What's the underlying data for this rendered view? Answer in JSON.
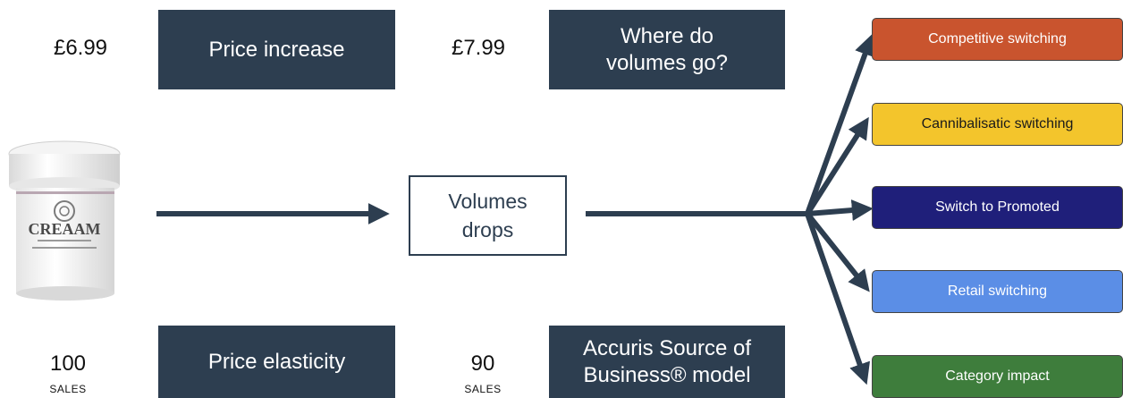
{
  "top_row": {
    "price_before": "£6.99",
    "price_increase_label": "Price increase",
    "price_after": "£7.99",
    "where_volumes_label": "Where do volumes go?"
  },
  "middle": {
    "product_label": "CREAAM",
    "volumes_label": "Volumes drops"
  },
  "bottom_row": {
    "sales_before": "100",
    "sales_before_unit": "SALES",
    "elasticity_label": "Price elasticity",
    "sales_after": "90",
    "sales_after_unit": "SALES",
    "model_label": "Accuris Source of Business® model"
  },
  "outcomes": [
    {
      "label": "Competitive switching",
      "bg": "#c9542e",
      "fg": "#ffffff"
    },
    {
      "label": "Cannibalisatic switching",
      "bg": "#f3c52c",
      "fg": "#1a1a1a"
    },
    {
      "label": "Switch to Promoted",
      "bg": "#1f1f7a",
      "fg": "#ffffff"
    },
    {
      "label": "Retail switching",
      "bg": "#5b8ee6",
      "fg": "#ffffff"
    },
    {
      "label": "Category impact",
      "bg": "#3e7d3c",
      "fg": "#ffffff"
    }
  ],
  "colors": {
    "navy": "#2d3e50"
  }
}
